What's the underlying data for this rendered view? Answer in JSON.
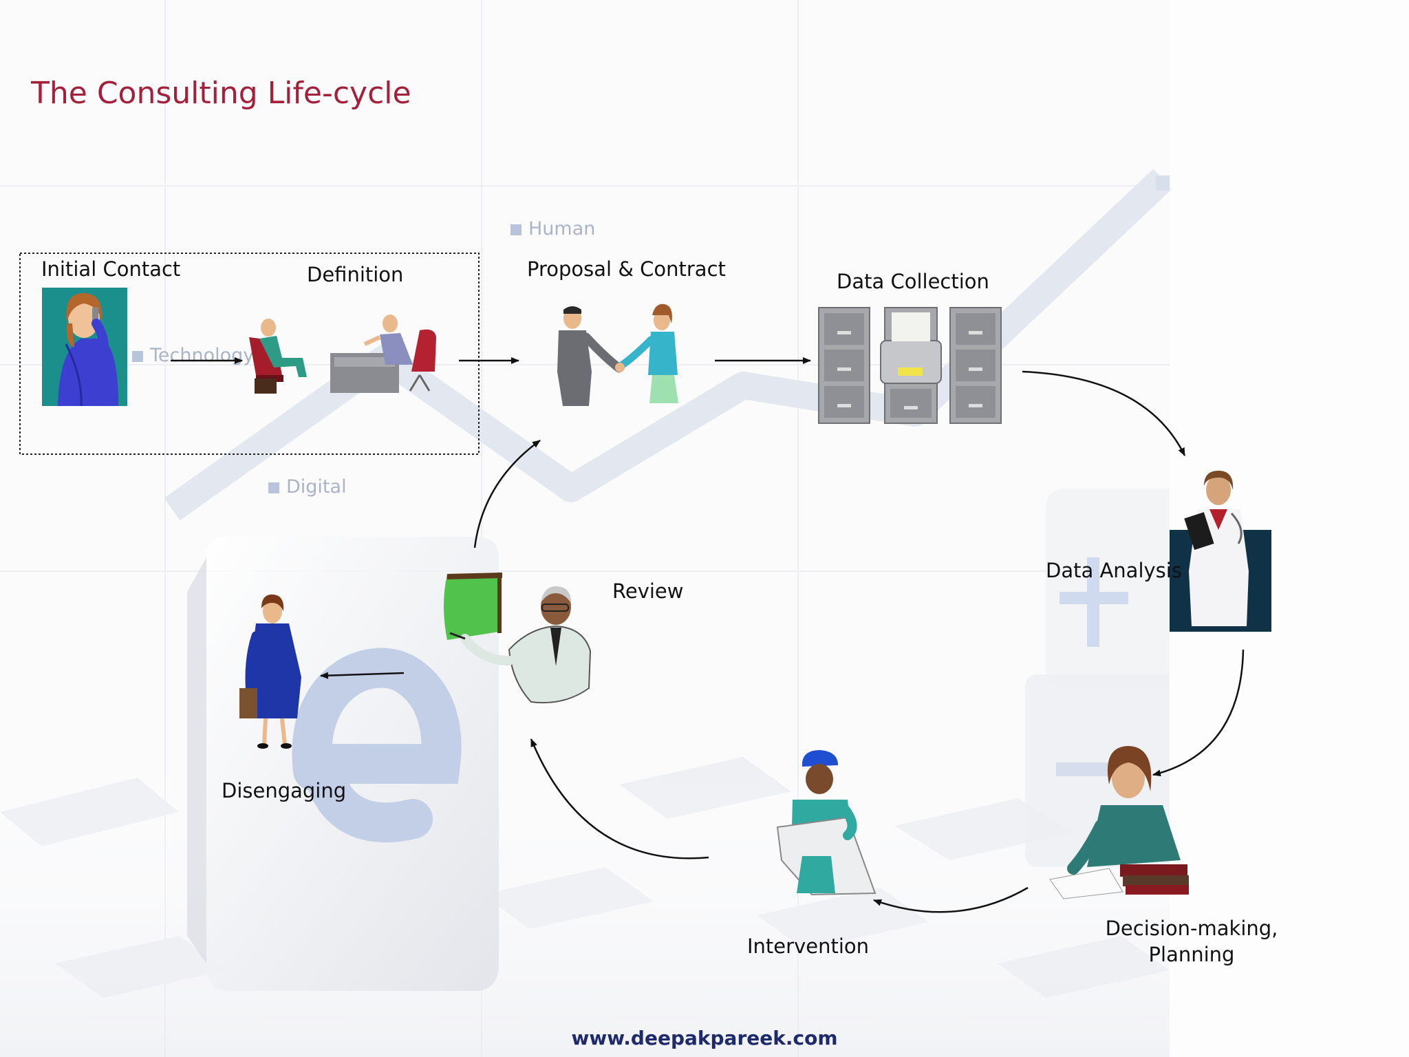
{
  "title": "The Consulting Life-cycle",
  "background_words": [
    "Human",
    "Technology",
    "Digital"
  ],
  "stages": {
    "initial_contact": "Initial Contact",
    "definition": "Definition",
    "proposal_contract": "Proposal & Contract",
    "data_collection": "Data Collection",
    "data_analysis": "Data Analysis",
    "decision_line1": "Decision-making,",
    "decision_line2": "Planning",
    "intervention": "Intervention",
    "review": "Review",
    "disengaging": "Disengaging"
  },
  "footer": "www.deepakpareek.com",
  "colors": {
    "title": "#a31f3a",
    "footer": "#1f2a6b",
    "arrows": "#111111"
  }
}
